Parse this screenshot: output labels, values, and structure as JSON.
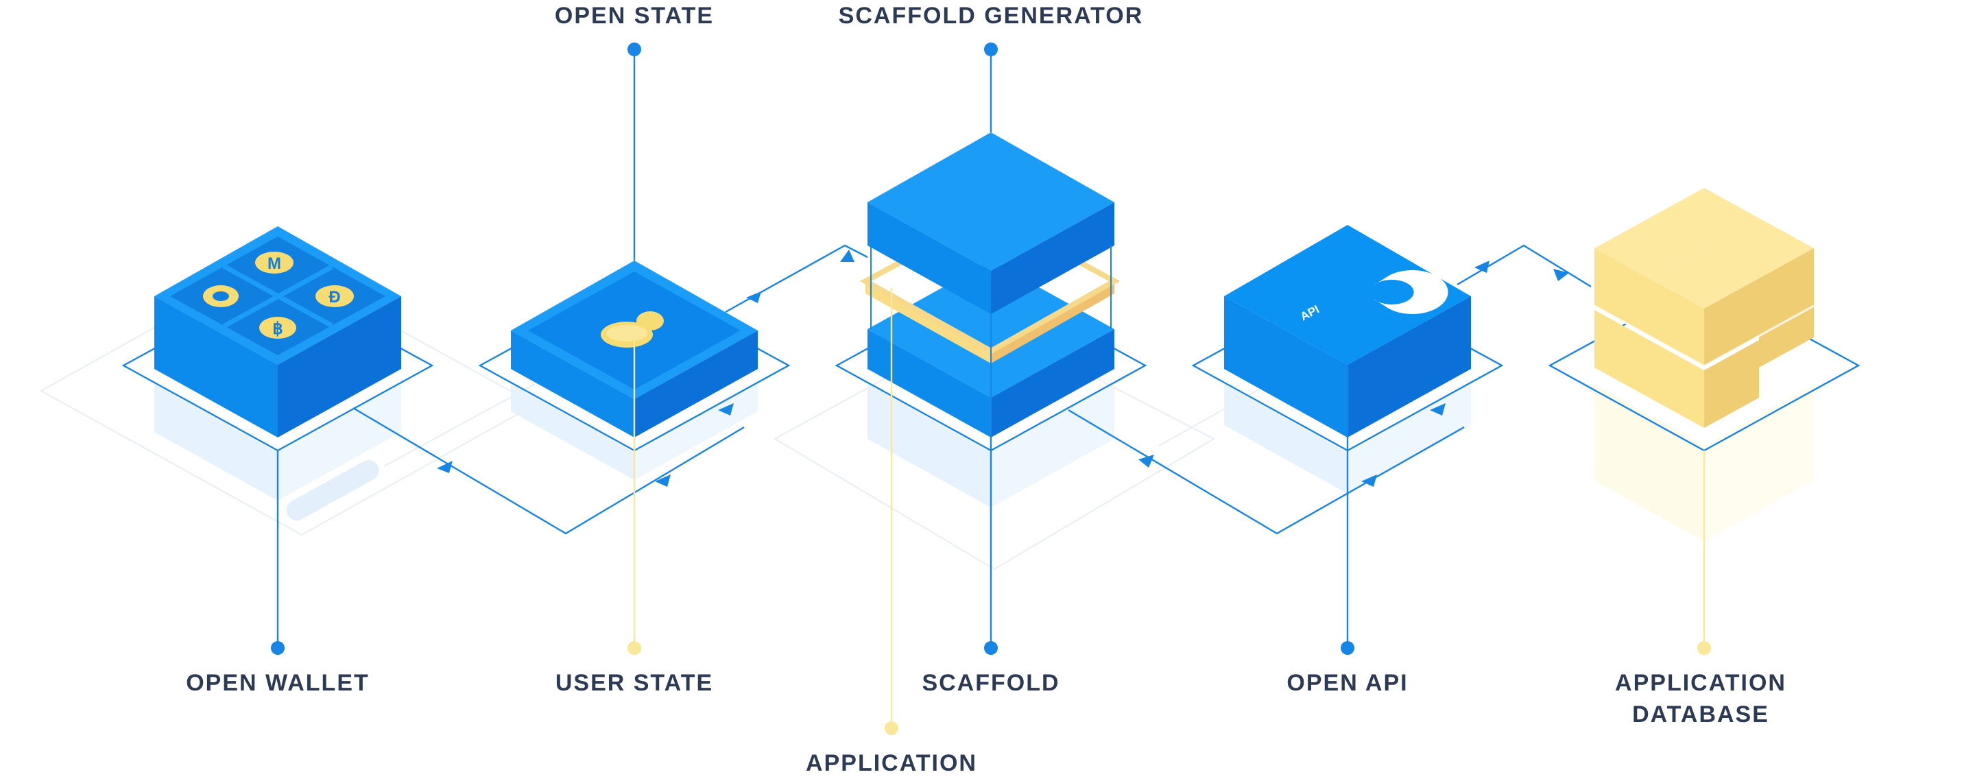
{
  "labels": {
    "open_state": "OPEN STATE",
    "scaffold_generator": "SCAFFOLD GENERATOR",
    "open_wallet": "OPEN WALLET",
    "user_state": "USER STATE",
    "scaffold": "SCAFFOLD",
    "open_api": "OPEN API",
    "application_database_line1": "APPLICATION",
    "application_database_line2": "DATABASE",
    "application": "APPLICATION"
  },
  "api_block": {
    "badge": "API"
  },
  "colors": {
    "blue_top": "#1b9cf7",
    "blue_left": "#0c8bec",
    "blue_right": "#0b70d8",
    "line_blue": "#1785e6",
    "line_yellow": "#f9e79a",
    "yellow_top": "#fdeaa0",
    "yellow_left": "#fbe38e",
    "yellow_right": "#efcd72",
    "label_text": "#2d3a55"
  }
}
